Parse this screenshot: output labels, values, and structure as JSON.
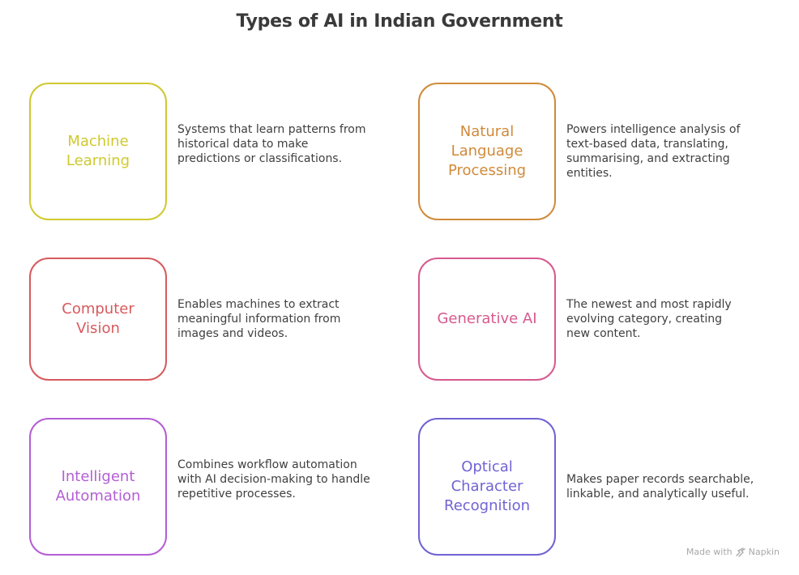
{
  "title": "Types of AI in Indian Government",
  "items": [
    {
      "label": "Machine Learning",
      "description": "Systems that learn patterns from historical data to make predictions or classifications.",
      "color": "#cfc92e"
    },
    {
      "label": "Natural Language Processing",
      "description": "Powers intelligence analysis of text-based data, translating, summarising, and extracting entities.",
      "color": "#d08a3a"
    },
    {
      "label": "Computer Vision",
      "description": "Enables machines to extract meaningful information from images and videos.",
      "color": "#d75a5e"
    },
    {
      "label": "Generative AI",
      "description": "The newest and most rapidly evolving category, creating new content.",
      "color": "#d65a8e"
    },
    {
      "label": "Intelligent Automation",
      "description": "Combines workflow automation with AI decision-making to handle repetitive processes.",
      "color": "#b45ed4"
    },
    {
      "label": "Optical Character Recognition",
      "description": "Makes paper records searchable, linkable, and analytically useful.",
      "color": "#7063d4"
    }
  ],
  "footer": {
    "made_with": "Made with",
    "brand": "Napkin",
    "icon": "napkin-logo-icon"
  }
}
